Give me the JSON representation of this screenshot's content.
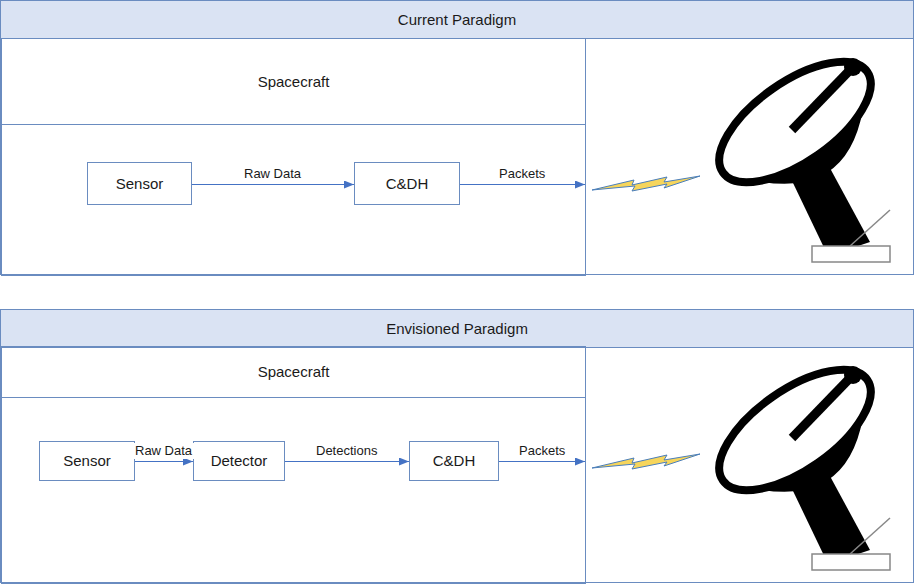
{
  "diagram": {
    "nodes": [
      {
        "text": [
          "Current Paradigm"
        ]
      },
      {
        "text": [
          "Spacecraft"
        ],
        "in": 0
      },
      {
        "text": [
          "Sensor"
        ],
        "in": 1
      },
      {
        "text": [
          "C&DH"
        ],
        "in": 1
      },
      {
        "text": [
          "Envisioned Paradigm"
        ]
      },
      {
        "text": [
          "Spacecraft"
        ],
        "in": 4
      },
      {
        "text": [
          "Sensor"
        ],
        "in": 5
      },
      {
        "text": [
          "Detector"
        ],
        "in": 5
      },
      {
        "text": [
          "C&DH"
        ],
        "in": 5
      }
    ],
    "edges": [
      {
        "from": 2,
        "to": 3,
        "label": "Raw Data",
        "arrow": "to"
      },
      {
        "from": 3,
        "to": 1,
        "label": "Packets",
        "arrow": "to"
      },
      {
        "from": 6,
        "to": 7,
        "label": "Raw Data",
        "arrow": "to"
      },
      {
        "from": 7,
        "to": 8,
        "label": "Detections",
        "arrow": "to"
      },
      {
        "from": 8,
        "to": 5,
        "label": "Packets",
        "arrow": "to"
      }
    ]
  }
}
